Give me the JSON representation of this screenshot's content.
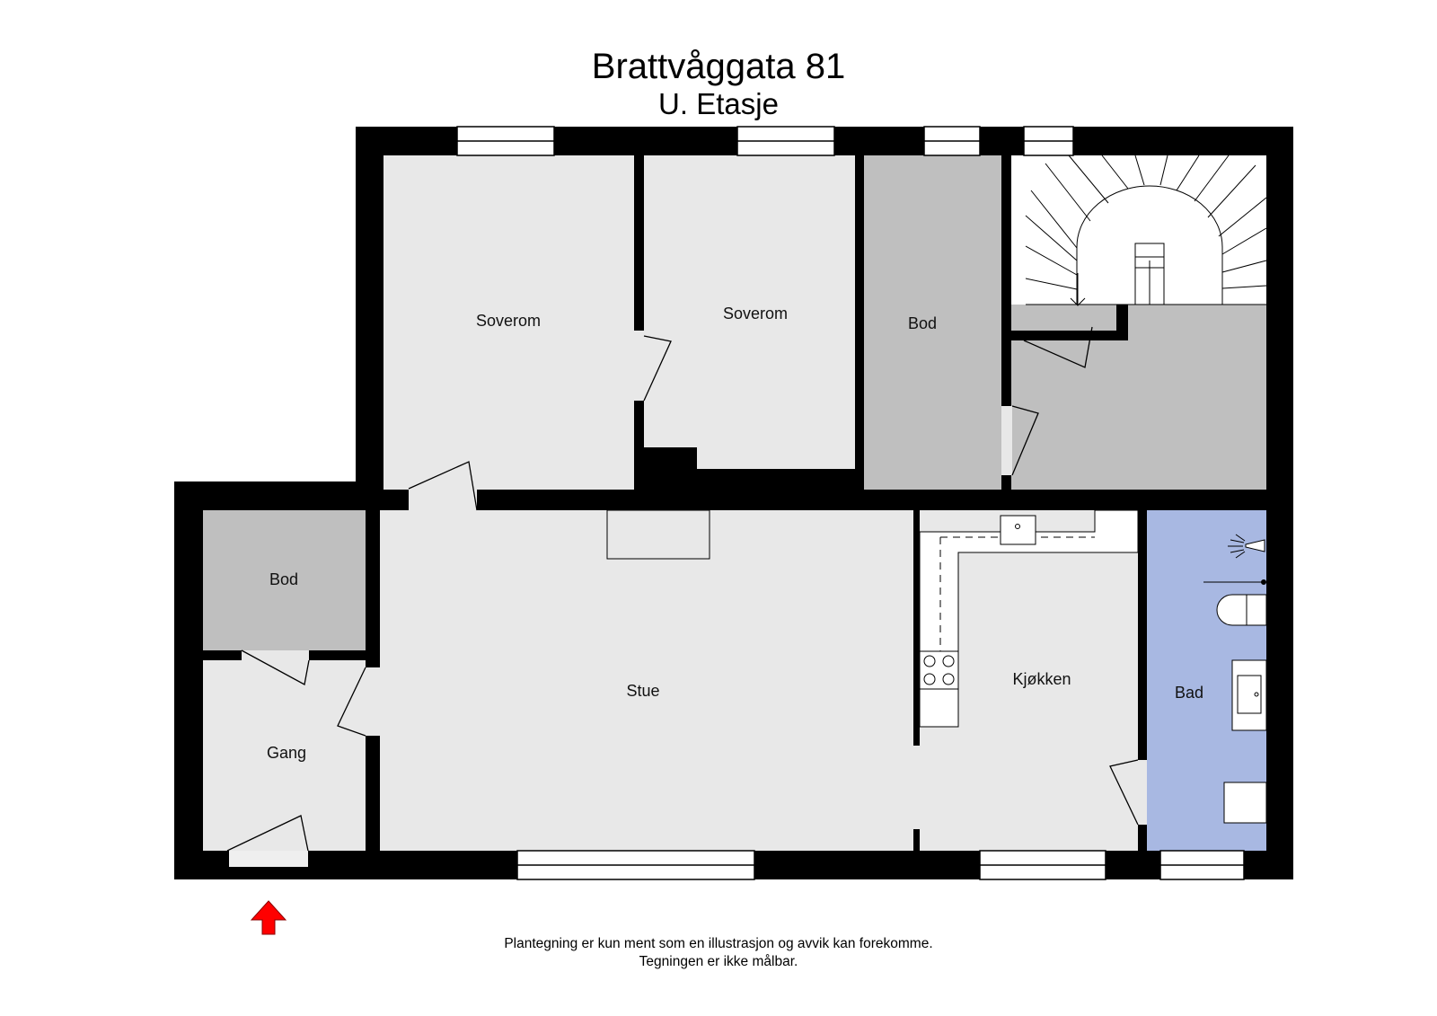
{
  "header": {
    "address": "Brattvåggata 81",
    "floor": "U. Etasje"
  },
  "rooms": {
    "soverom_1": "Soverom",
    "soverom_2": "Soverom",
    "bod_top": "Bod",
    "bod_left": "Bod",
    "gang": "Gang",
    "stue": "Stue",
    "kjokken": "Kjøkken",
    "bad": "Bad"
  },
  "footer": {
    "line1": "Plantegning er kun ment som en illustrasjon og avvik kan forekomme.",
    "line2": "Tegningen er ikke målbar."
  },
  "colors": {
    "wall": "#000000",
    "floor": "#e8e8e8",
    "storage": "#bfbfbf",
    "bathroom": "#a8b8e2",
    "entrance_arrow": "#ff0000"
  },
  "icons": {
    "entrance": "entrance-arrow-icon",
    "stairs": "spiral-stairs-icon"
  }
}
